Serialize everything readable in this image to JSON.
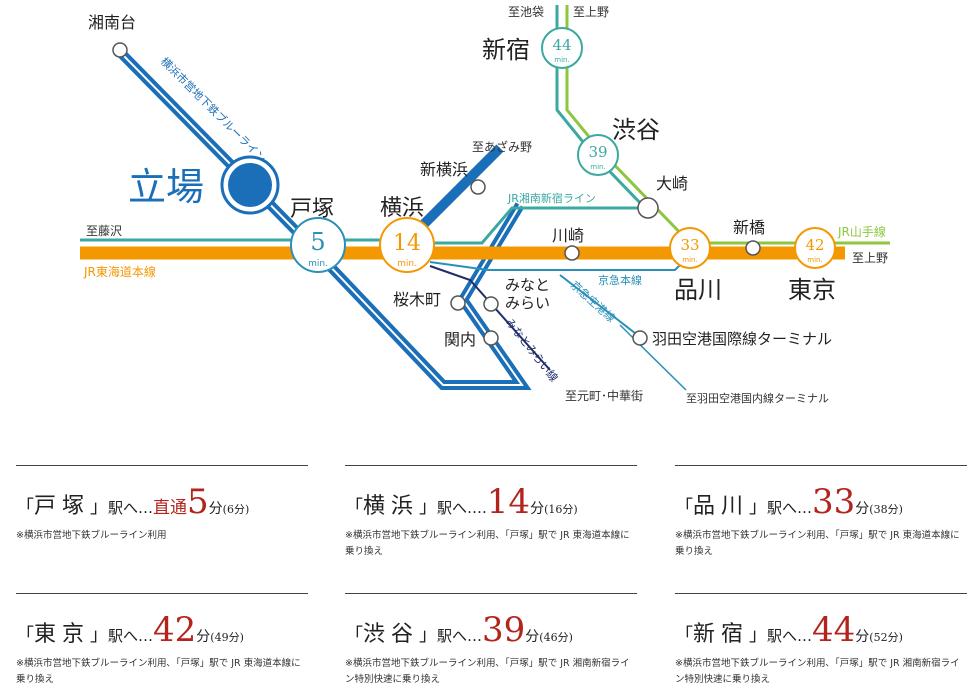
{
  "stations": {
    "shonandai": "湘南台",
    "tateba": "立場",
    "totsuka": "戸塚",
    "yokohama": "横浜",
    "shinyokohama": "新横浜",
    "shinjuku": "新宿",
    "shibuya": "渋谷",
    "osaki": "大崎",
    "shinagawa": "品川",
    "shinbashi": "新橋",
    "tokyo": "東京",
    "kawasaki": "川崎",
    "sakuragicho": "桜木町",
    "kannai": "関内",
    "minatomirai_1": "みなと",
    "minatomirai_2": "みらい",
    "haneda_intl": "羽田空港国際線ターミナル"
  },
  "directions": {
    "ikebukuro": "至池袋",
    "ueno_top": "至上野",
    "azamino": "至あざみ野",
    "fujisawa": "至藤沢",
    "ueno_right": "至上野",
    "motomachi": "至元町･中華街",
    "haneda_dom": "至羽田空港国内線ターミナル"
  },
  "lines": {
    "blue_line": "横浜市営地下鉄ブルーライン",
    "tokaido": "JR東海道本線",
    "shonan_shinjuku": "JR湘南新宿ライン",
    "keikyu_main": "京急本線",
    "keikyu_airport": "京急空港線",
    "minatomirai_line": "みなとみらい線",
    "yamanote": "JR山手線"
  },
  "badges": {
    "totsuka": {
      "value": "5",
      "unit": "min."
    },
    "yokohama": {
      "value": "14",
      "unit": "min."
    },
    "shibuya": {
      "value": "39",
      "unit": "min."
    },
    "shinjuku": {
      "value": "44",
      "unit": "min."
    },
    "shinagawa": {
      "value": "33",
      "unit": "min."
    },
    "tokyo": {
      "value": "42",
      "unit": "min."
    }
  },
  "colors": {
    "blue_line": "#1a6fb8",
    "tokaido": "#f39800",
    "shonan_shinjuku": "#3aa99f",
    "yamanote": "#8dc63f",
    "keikyu": "#2a8fb9",
    "minatomirai": "#1f2d6b",
    "accent_red": "#b3241c"
  },
  "cards": [
    {
      "open": "「",
      "name": "戸塚",
      "close": "」",
      "eki": "駅へ…",
      "prefix": "直通",
      "minutes": "5",
      "fun": "分",
      "alt": "(6分)",
      "note": "※横浜市営地下鉄ブルーライン利用"
    },
    {
      "open": "「",
      "name": "横浜",
      "close": "」",
      "eki": "駅へ….",
      "prefix": "",
      "minutes": "14",
      "fun": "分",
      "alt": "(16分)",
      "note": "※横浜市営地下鉄ブルーライン利用､「戸塚」駅で JR 東海道本線に乗り換え"
    },
    {
      "open": "「",
      "name": "品川",
      "close": "」",
      "eki": "駅へ…",
      "prefix": "",
      "minutes": "33",
      "fun": "分",
      "alt": "(38分)",
      "note": "※横浜市営地下鉄ブルーライン利用､「戸塚」駅で JR 東海道本線に乗り換え"
    },
    {
      "open": "「",
      "name": "東京",
      "close": "」",
      "eki": "駅へ…",
      "prefix": "",
      "minutes": "42",
      "fun": "分",
      "alt": "(49分)",
      "note": "※横浜市営地下鉄ブルーライン利用､「戸塚」駅で JR 東海道本線に乗り換え"
    },
    {
      "open": "「",
      "name": "渋谷",
      "close": "」",
      "eki": "駅へ…",
      "prefix": "",
      "minutes": "39",
      "fun": "分",
      "alt": "(46分)",
      "note": "※横浜市営地下鉄ブルーライン利用､「戸塚」駅で JR 湘南新宿ライン特別快速に乗り換え"
    },
    {
      "open": "「",
      "name": "新宿",
      "close": "」",
      "eki": "駅へ…",
      "prefix": "",
      "minutes": "44",
      "fun": "分",
      "alt": "(52分)",
      "note": "※横浜市営地下鉄ブルーライン利用､「戸塚」駅で JR 湘南新宿ライン特別快速に乗り換え"
    }
  ]
}
